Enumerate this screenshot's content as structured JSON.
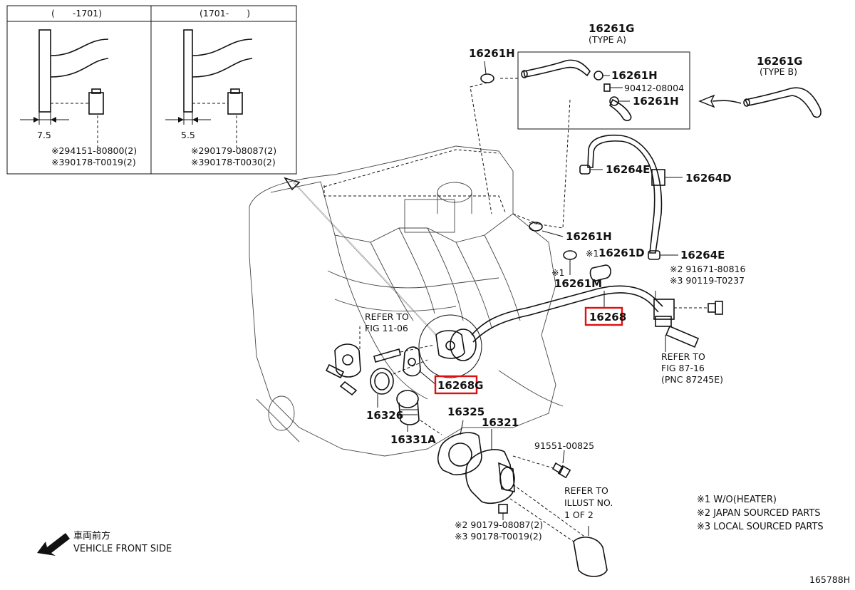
{
  "inset_left": {
    "header": "(　　-1701)",
    "dimension": "7.5",
    "note_1": "※294151-80800(2)",
    "note_2": "※390178-T0019(2)"
  },
  "inset_right": {
    "header": "(1701-　　)",
    "dimension": "5.5",
    "note_1": "※290179-08087(2)",
    "note_2": "※390178-T0030(2)"
  },
  "type_a": {
    "part": "16261G",
    "variant": "(TYPE A)"
  },
  "type_b": {
    "part": "16261G",
    "variant": "(TYPE B)"
  },
  "labels": {
    "hose_clamp_top": "16261H",
    "hose_clamp_box_1": "16261H",
    "bolt_box": "90412-08004",
    "hose_clamp_box_2": "16261H",
    "clamp_16264e_top": "16264E",
    "hose_16264d": "16264D",
    "clamp_16261h_mid": "16261H",
    "hose_16261d_prefix": "※1",
    "hose_16261d": "16261D",
    "clamp_16264e_bottom": "16264E",
    "bolt_note_1": "※2 91671-80816",
    "bolt_note_2": "※3 90119-T0237",
    "clamp_16261m_prefix": "※1",
    "clamp_16261m": "16261M",
    "pipe_16268": "16268",
    "refer_fig_11_line1": "REFER TO",
    "refer_fig_11_line2": "FIG 11-06",
    "gasket_16268g": "16268G",
    "refer_fig_87_line1": "REFER TO",
    "refer_fig_87_line2": "FIG 87-16",
    "refer_fig_87_line3": "(PNC 87245E)",
    "gasket_16326": "16326",
    "thermostat_16331a": "16331A",
    "gasket_16325": "16325",
    "inlet_16321": "16321",
    "bolt_91551": "91551-00825",
    "refer_illust_line1": "REFER TO",
    "refer_illust_line2": "ILLUST NO.",
    "refer_illust_line3": "1 OF 2",
    "nut_note_1": "※2  90179-08087(2)",
    "nut_note_2": "※3  90178-T0019(2)"
  },
  "legend": {
    "item_1": "※1 W/O(HEATER)",
    "item_2": "※2 JAPAN SOURCED PARTS",
    "item_3": "※3 LOCAL SOURCED PARTS"
  },
  "vehicle_front": {
    "jp_label": "車両前方",
    "en_label": "VEHICLE FRONT SIDE"
  },
  "figure_code": "165788H",
  "highlight_color": "#e01010"
}
